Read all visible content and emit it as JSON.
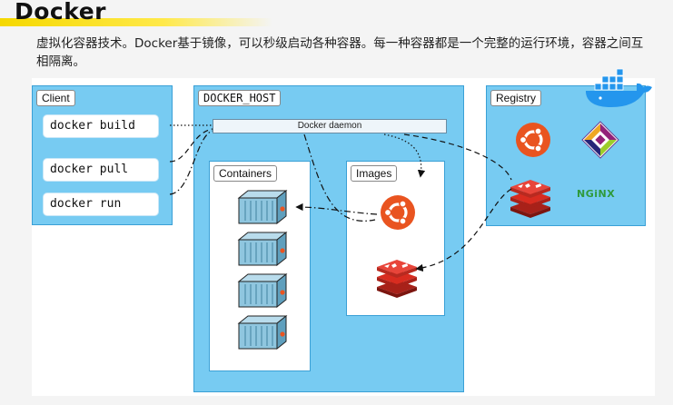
{
  "slide": {
    "title": "Docker",
    "description": "虚拟化容器技术。Docker基于镜像，可以秒级启动各种容器。每一种容器都是一个完整的运行环境，容器之间互相隔离。"
  },
  "diagram": {
    "client": {
      "label": "Client",
      "commands": [
        "docker build",
        "docker pull",
        "docker run"
      ]
    },
    "host": {
      "label": "DOCKER_HOST",
      "daemon_label": "Docker daemon",
      "containers_label": "Containers",
      "images_label": "Images"
    },
    "registry": {
      "label": "Registry",
      "logos": [
        "ubuntu-logo",
        "centos-logo",
        "redis-logo",
        "nginx-logo"
      ],
      "nginx_text": "NGiNX"
    },
    "colors": {
      "panel_blue": "#77cbf2",
      "panel_border": "#3aa0d6",
      "ubuntu_orange": "#e95420",
      "redis_red": "#d82c20",
      "container_blue": "#8fc6df",
      "nginx_green": "#2f9a3c",
      "docker_whale": "#2496ed"
    }
  }
}
